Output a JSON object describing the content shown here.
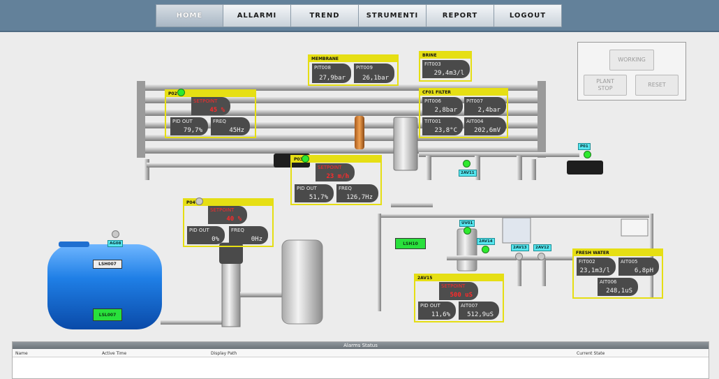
{
  "nav": {
    "items": [
      {
        "label": "HOME",
        "active": true
      },
      {
        "label": "ALLARMI",
        "active": false
      },
      {
        "label": "TREND",
        "active": false
      },
      {
        "label": "STRUMENTI",
        "active": false
      },
      {
        "label": "REPORT",
        "active": false
      },
      {
        "label": "LOGOUT",
        "active": false
      }
    ]
  },
  "controls": {
    "working": "WORKING",
    "plant_stop": "PLANT\nSTOP",
    "reset": "RESET"
  },
  "panels": {
    "membrane": {
      "title": "MEMBRANE",
      "pit008": {
        "label": "PIT008",
        "value": "27,9bar"
      },
      "pit009": {
        "label": "PIT009",
        "value": "26,1bar"
      }
    },
    "brine": {
      "title": "BRINE",
      "fit003": {
        "label": "FIT003",
        "value": "29,4m3/l"
      }
    },
    "cf01": {
      "title": "CF01 FILTER",
      "pit006": {
        "label": "PIT006",
        "value": "2,8bar"
      },
      "pit007": {
        "label": "PIT007",
        "value": "2,4bar"
      },
      "tit001": {
        "label": "TIT001",
        "value": "23,8°C"
      },
      "ait004": {
        "label": "AIT004",
        "value": "202,6mV"
      }
    },
    "p02": {
      "title": "P02",
      "setpoint_label": "SETPOINT",
      "setpoint_value": "45 %",
      "pid_label": "PID OUT",
      "pid_value": "79,7%",
      "freq_label": "FREQ",
      "freq_value": "45Hz"
    },
    "p03": {
      "title": "P03",
      "setpoint_label": "SETPOINT",
      "setpoint_value": "23 m/h",
      "pid_label": "PID OUT",
      "pid_value": "51,7%",
      "freq_label": "FREQ",
      "freq_value": "126,7Hz"
    },
    "p04": {
      "title": "P04",
      "setpoint_label": "SETPOINT",
      "setpoint_value": "40 %",
      "pid_label": "PID OUT",
      "pid_value": "0%",
      "freq_label": "FREQ",
      "freq_value": "0Hz"
    },
    "v2av15": {
      "title": "2AV15",
      "setpoint_label": "SETPOINT",
      "setpoint_value": "500 uS",
      "pid_label": "PID OUT",
      "pid_value": "11,6%",
      "ait007_label": "AIT007",
      "ait007_value": "512,9uS"
    },
    "fresh": {
      "title": "FRESH WATER",
      "fit002": {
        "label": "FIT002",
        "value": "23,1m3/l"
      },
      "ait005": {
        "label": "AIT005",
        "value": "6,8pH"
      },
      "ait006": {
        "label": "AIT006",
        "value": "248,1uS"
      }
    }
  },
  "tags": {
    "p01": "P01",
    "v2av11": "2AV11",
    "ag08": "AG08",
    "uv01": "UV01",
    "v2av14": "2AV14",
    "v2av13": "2AV13",
    "v2av12": "2AV12"
  },
  "level_boxes": {
    "lsh007": "LSH007",
    "lsl007": "LSL007",
    "lsh10": "LSH10"
  },
  "alarms": {
    "title": "Alarms Status",
    "columns": [
      "Name",
      "Active Time",
      "Display Path",
      "Current State"
    ],
    "rows": []
  },
  "colors": {
    "panel_border": "#e5de13",
    "setpoint_text": "#ff2a2a",
    "led_on": "#2ee92e",
    "tag_bg": "#56e6ef",
    "topbar": "#63819a"
  }
}
